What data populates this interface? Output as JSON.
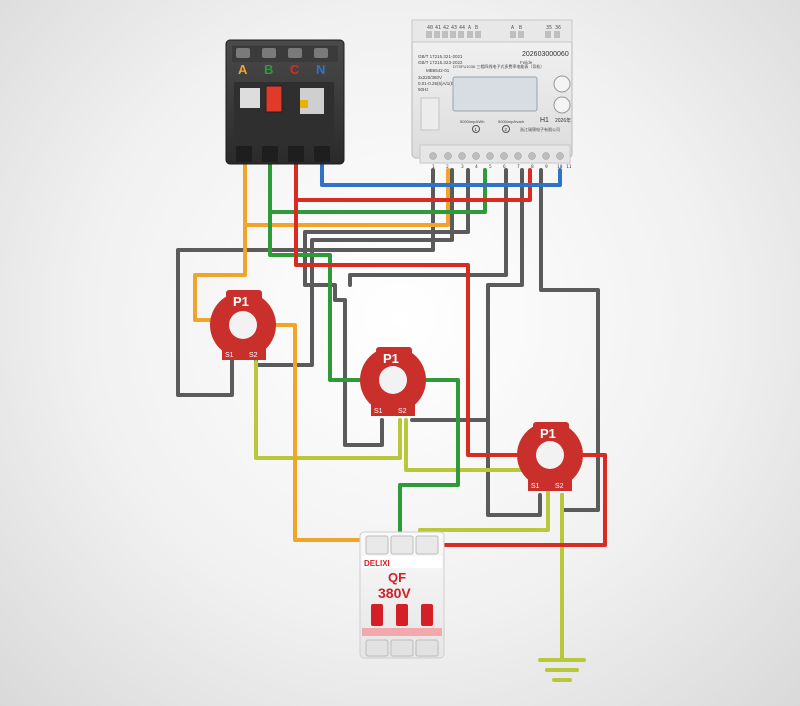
{
  "colors": {
    "phase_a": "#f0a52a",
    "phase_b": "#2e9a3a",
    "phase_c": "#d92b22",
    "neutral": "#2f73c9",
    "ct_wire_gray": "#5b5b5b",
    "ct_wire_yellow_green": "#b8c83a",
    "ct_body": "#c9302c",
    "breaker_red": "#d41f26"
  },
  "mccb": {
    "phase_labels": [
      "A",
      "B",
      "C",
      "N"
    ]
  },
  "meter": {
    "top_terminals_left": [
      "40",
      "41",
      "42",
      "43",
      "44",
      "A",
      "B"
    ],
    "top_terminals_mid": [
      "A",
      "B"
    ],
    "top_terminals_right": [
      "35",
      "36"
    ],
    "serial": "202603000060",
    "standard_1": "GB/T 17215.321-2021",
    "standard_2": "GB/T 17215.323-2022",
    "cert": "MB6542-01",
    "model_desc": "DTSFU1036 三相四线电子式多费率电能表（导轨）",
    "rating_1": "3x220/380V",
    "rating_2": "0.01-0.25(6)A/1(6)A",
    "freq": "50Hz",
    "brand": "Feilde",
    "pulse_active": "5000imp/kWh",
    "pulse_reactive": "5000imp/kvarh",
    "indicator_1": "1",
    "indicator_2": "2",
    "manufacturer": "浙江瑞锦电子有限公司",
    "model_code": "H1",
    "year": "2026年",
    "bottom_terminals": [
      "1",
      "2",
      "3",
      "4",
      "5",
      "6",
      "7",
      "8",
      "9",
      "10",
      "11"
    ]
  },
  "ct": {
    "title": "P1",
    "terminal_s1": "S1",
    "terminal_s2": "S2"
  },
  "breaker": {
    "brand": "DELIXI",
    "code": "QF",
    "voltage": "380V"
  },
  "icons": {
    "ground": "ground-symbol-icon",
    "switch": "switch-toggle-icon"
  }
}
